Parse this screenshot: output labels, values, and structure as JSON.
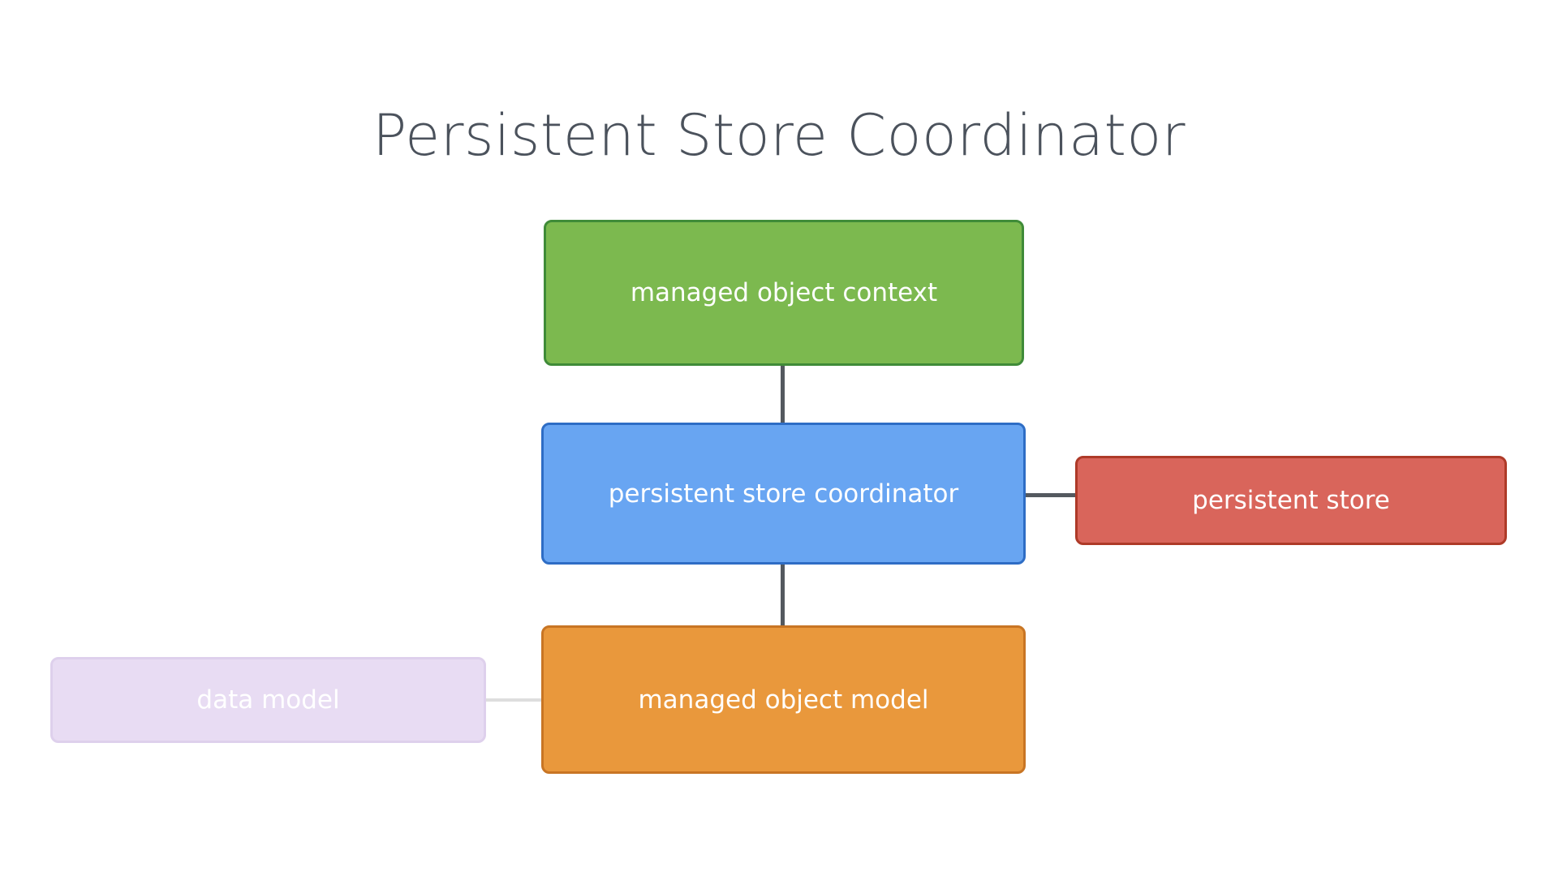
{
  "slide": {
    "title": "Persistent Store Coordinator",
    "title_color": "#4b525c",
    "background_color": "#ffffff"
  },
  "diagram": {
    "type": "block-diagram",
    "nodes": [
      {
        "id": "managed-object-context",
        "label": "managed object context",
        "fill": "#7cb94f",
        "border": "#3f8b38",
        "text_color": "#ffffff"
      },
      {
        "id": "persistent-store-coordinator",
        "label": "persistent store coordinator",
        "fill": "#68a5f2",
        "border": "#2e6dc5",
        "text_color": "#ffffff"
      },
      {
        "id": "persistent-store",
        "label": "persistent store",
        "fill": "#d9655b",
        "border": "#ae3a28",
        "text_color": "#ffffff"
      },
      {
        "id": "managed-object-model",
        "label": "managed object model",
        "fill": "#e9983c",
        "border": "#c87524",
        "text_color": "#ffffff"
      },
      {
        "id": "data-model",
        "label": "data model",
        "fill": "#e8dcf3",
        "border": "#ded0ec",
        "text_color": "#ffffff"
      }
    ],
    "connectors": [
      {
        "id": "context-to-coordinator",
        "from": "managed-object-context",
        "to": "persistent-store-coordinator",
        "color": "#54595f"
      },
      {
        "id": "coordinator-to-model",
        "from": "persistent-store-coordinator",
        "to": "managed-object-model",
        "color": "#54595f"
      },
      {
        "id": "coordinator-to-store",
        "from": "persistent-store-coordinator",
        "to": "persistent-store",
        "color": "#54595f"
      },
      {
        "id": "datamodel-to-model",
        "from": "data-model",
        "to": "managed-object-model",
        "color": "#dedede"
      }
    ]
  }
}
